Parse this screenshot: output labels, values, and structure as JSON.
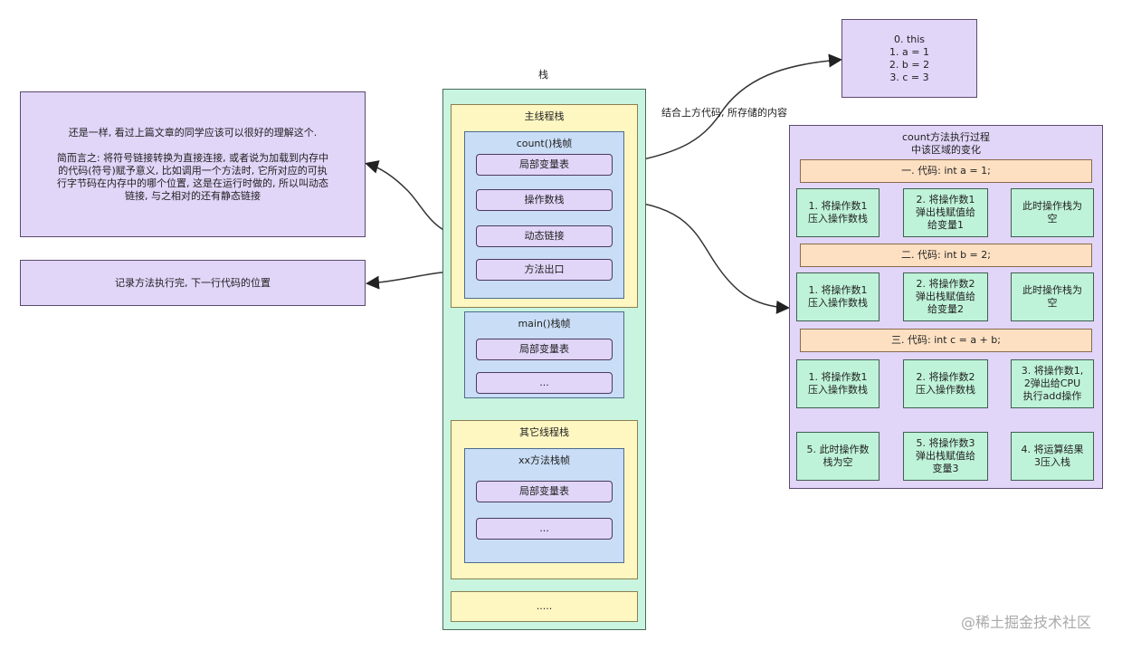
{
  "stack": {
    "title": "栈",
    "main_thread_stack": "主线程栈",
    "count_frame": {
      "title": "count()栈帧",
      "local_vars": "局部变量表",
      "operand_stack": "操作数栈",
      "dynamic_link": "动态链接",
      "return_address": "方法出口"
    },
    "main_frame": {
      "title": "main()栈帧",
      "local_vars": "局部变量表",
      "more": "..."
    },
    "other_thread_stack": "其它线程栈",
    "xx_frame": {
      "title": "xx方法栈帧",
      "local_vars": "局部变量表",
      "more": "..."
    },
    "bottom_more": "....."
  },
  "notes": {
    "dynamic_link_note_1": "还是一样, 看过上篇文章的同学应该可以很好的理解这个.",
    "dynamic_link_note_2": "简而言之: 将符号链接转换为直接连接, 或者说为加载到内存中\n的代码(符号)赋予意义, 比如调用一个方法时, 它所对应的可执\n行字节码在内存中的哪个位置, 这是在运行时做的, 所以叫动态\n链接, 与之相对的还有静态链接",
    "return_note": "记录方法执行完, 下一行代码的位置",
    "local_vars_content": "0.    this\n1. a = 1\n2. b = 2\n3. c = 3",
    "local_vars_label": "结合上方代码, 所存储的内容"
  },
  "process": {
    "title": "count方法执行过程\n中该区域的变化",
    "step1": {
      "code": "一. 代码: int a = 1;",
      "a": "1. 将操作数1\n压入操作数栈",
      "b": "2. 将操作数1\n弹出栈赋值给\n给变量1",
      "c": "此时操作栈为\n空"
    },
    "step2": {
      "code": "二. 代码: int b = 2;",
      "a": "1. 将操作数1\n压入操作数栈",
      "b": "2. 将操作数2\n弹出栈赋值给\n给变量2",
      "c": "此时操作栈为\n空"
    },
    "step3": {
      "code": "三. 代码: int c = a + b;",
      "a": "1. 将操作数1\n压入操作数栈",
      "b": "2. 将操作数2\n压入操作数栈",
      "c": "3. 将操作数1,\n2弹出给CPU\n执行add操作",
      "d": "4. 将运算结果\n3压入栈",
      "e": "5. 将操作数3\n弹出栈赋值给\n变量3",
      "f": "5. 此时操作数\n栈为空"
    }
  },
  "watermark": "@稀土掘金技术社区"
}
